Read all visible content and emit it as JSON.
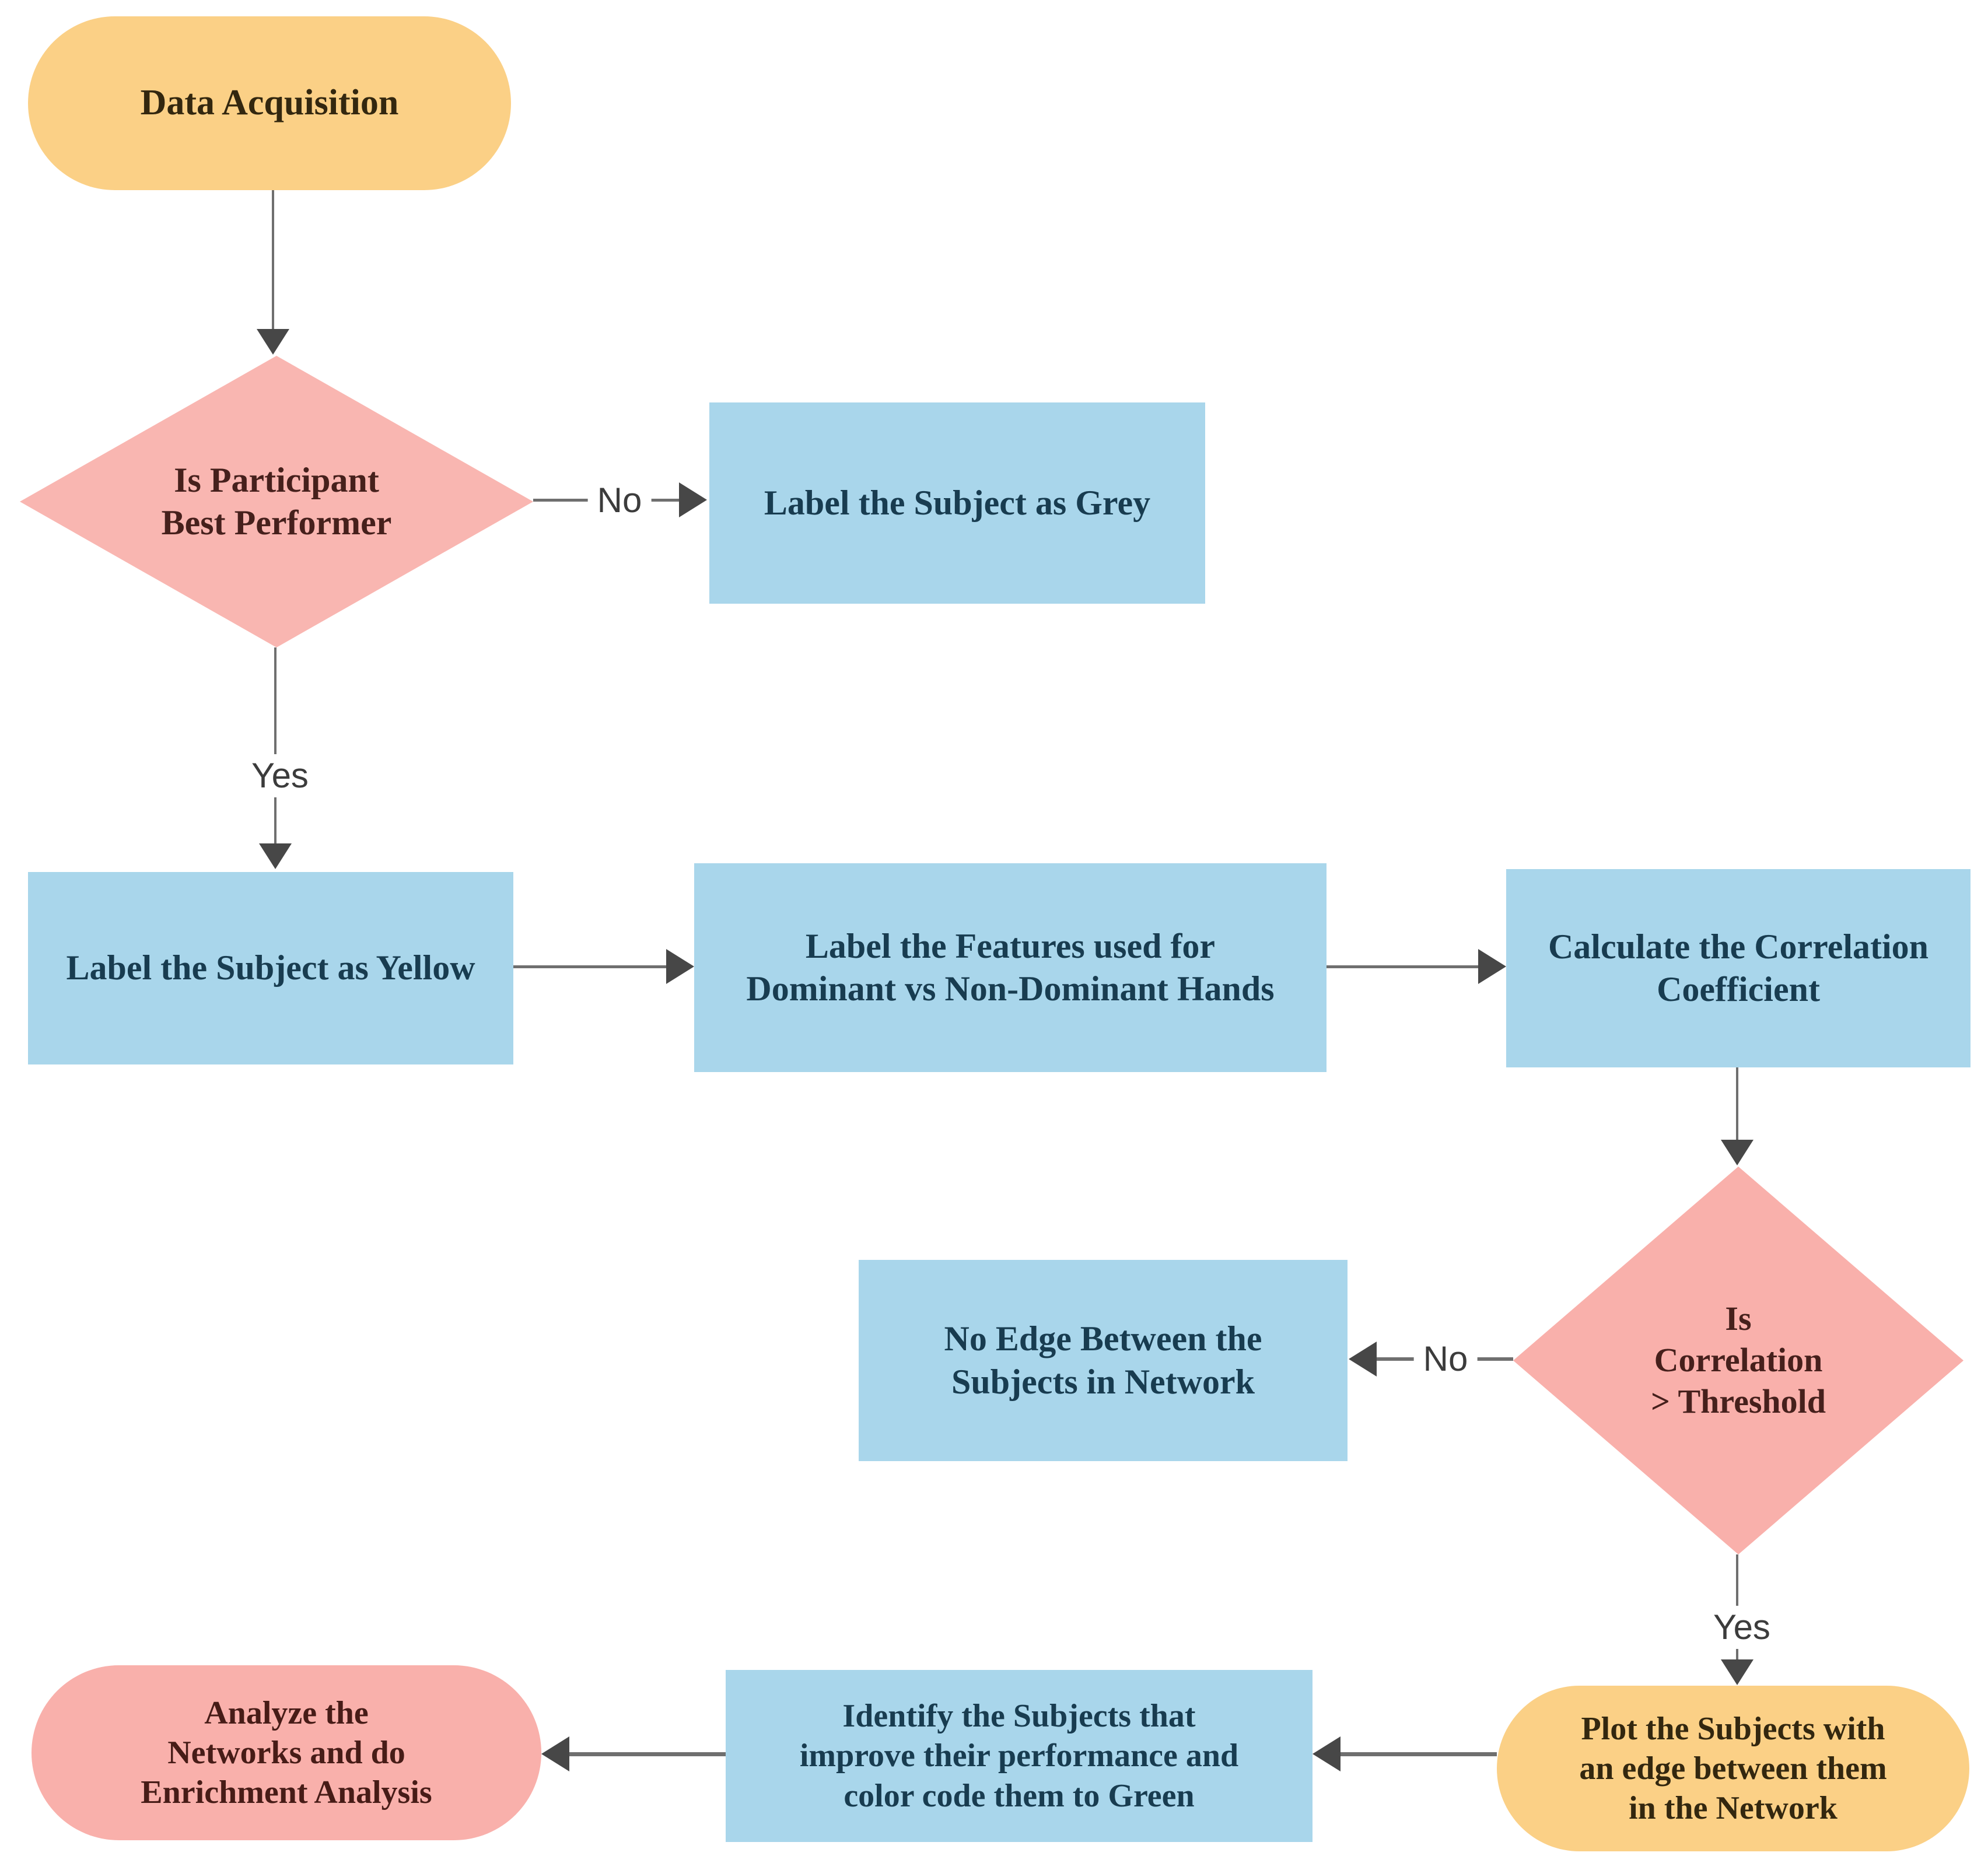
{
  "flowchart": {
    "background_color": "#ffffff",
    "line_color": "#6f6f6f",
    "arrow_color": "#474747",
    "edge_label_color": "#3c3c3c",
    "nodes": {
      "start": {
        "label": "Data Acquisition",
        "shape": "stadium",
        "fill": "#fbd086",
        "text_color": "#33270f"
      },
      "decision_best_performer": {
        "label": "Is Participant\nBest Performer",
        "shape": "diamond",
        "fill": "#f9b6b1",
        "text_color": "#46201c"
      },
      "label_grey": {
        "label": "Label the Subject as Grey",
        "shape": "process",
        "fill": "#a9d6eb",
        "text_color": "#183c50"
      },
      "label_yellow": {
        "label": "Label the Subject as Yellow",
        "shape": "process",
        "fill": "#a9d6eb",
        "text_color": "#183c50"
      },
      "label_features": {
        "label": "Label the Features used for\nDominant vs Non-Dominant Hands",
        "shape": "process",
        "fill": "#a9d6eb",
        "text_color": "#183c50"
      },
      "calculate_correlation": {
        "label": "Calculate the Correlation\nCoefficient",
        "shape": "process",
        "fill": "#a9d6eb",
        "text_color": "#183c50"
      },
      "decision_correlation": {
        "label": "Is\nCorrelation\n> Threshold",
        "shape": "diamond",
        "fill": "#f9b0ab",
        "text_color": "#46201c"
      },
      "no_edge": {
        "label": "No Edge Between the\nSubjects in Network",
        "shape": "process",
        "fill": "#a9d6eb",
        "text_color": "#183c50"
      },
      "plot_subjects": {
        "label": "Plot the Subjects with\nan edge between them\nin the Network",
        "shape": "stadium",
        "fill": "#fbd086",
        "text_color": "#33270f"
      },
      "identify_subjects": {
        "label": "Identify the Subjects that\nimprove their performance and\ncolor code them to Green",
        "shape": "process",
        "fill": "#a9d6eb",
        "text_color": "#183c50"
      },
      "analyze_networks": {
        "label": "Analyze the\nNetworks and do\nEnrichment Analysis",
        "shape": "stadium",
        "fill": "#f9b0ab",
        "text_color": "#471c17"
      }
    },
    "edge_labels": {
      "best_performer_no": "No",
      "best_performer_yes": "Yes",
      "correlation_no": "No",
      "correlation_yes": "Yes"
    }
  }
}
